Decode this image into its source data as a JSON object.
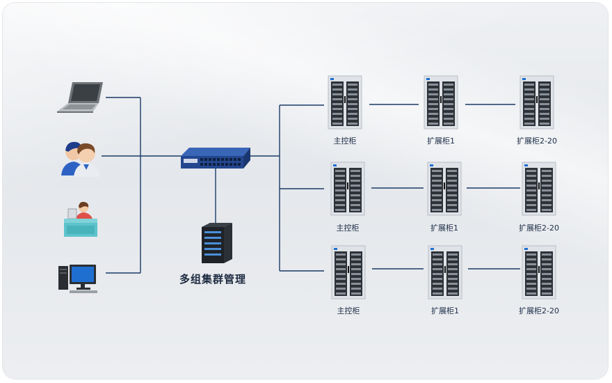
{
  "title": "",
  "management_label": "多组集群管理",
  "rows": [
    {
      "labels": [
        "主控柜",
        "扩展柜1",
        "扩展柜2-20"
      ]
    },
    {
      "labels": [
        "主控柜",
        "扩展柜1",
        "扩展柜2-20"
      ]
    },
    {
      "labels": [
        "主控柜",
        "扩展柜1",
        "扩展柜2-20"
      ]
    }
  ],
  "icons": {
    "laptop": "laptop-icon",
    "users": "users-icon",
    "desk": "desk-worker-icon",
    "desktop": "desktop-pc-icon",
    "switch": "network-switch-icon",
    "server": "server-icon",
    "cabinet": "cabinet-icon"
  },
  "colors": {
    "line": "#1b3a66",
    "switch": "#2b4f9e",
    "cabinet_body": "#d9dde2",
    "server": "#1f2328"
  }
}
